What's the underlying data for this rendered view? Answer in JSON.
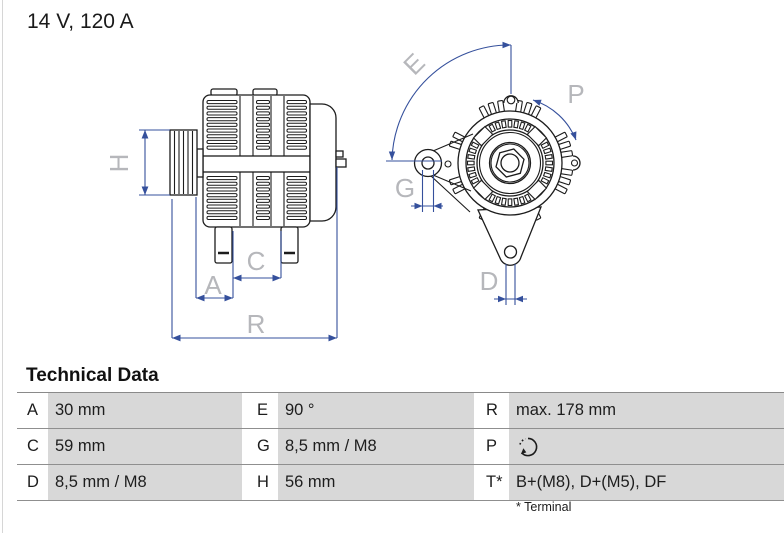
{
  "header": {
    "rating": "14 V, 120 A"
  },
  "drawing": {
    "labels": {
      "H": "H",
      "A": "A",
      "C": "C",
      "R": "R",
      "E": "E",
      "P": "P",
      "G": "G",
      "D": "D"
    },
    "colors": {
      "outline": "#1c1c1c",
      "dimension": "#35509c",
      "dimension_label": "#b6b7bb"
    }
  },
  "table": {
    "title": "Technical Data",
    "rows": [
      [
        {
          "key": "A",
          "value": "30 mm"
        },
        {
          "key": "E",
          "value": "90 °"
        },
        {
          "key": "R",
          "value": "max. 178 mm"
        }
      ],
      [
        {
          "key": "C",
          "value": "59 mm"
        },
        {
          "key": "G",
          "value": "8,5 mm / M8"
        },
        {
          "key": "P",
          "icon": "rotation-direction-icon"
        }
      ],
      [
        {
          "key": "D",
          "value": "8,5 mm / M8"
        },
        {
          "key": "H",
          "value": "56 mm"
        },
        {
          "key": "T*",
          "value": "B+(M8), D+(M5), DF"
        }
      ]
    ],
    "footnote": "* Terminal",
    "value_bg": "#d8d8d8"
  }
}
